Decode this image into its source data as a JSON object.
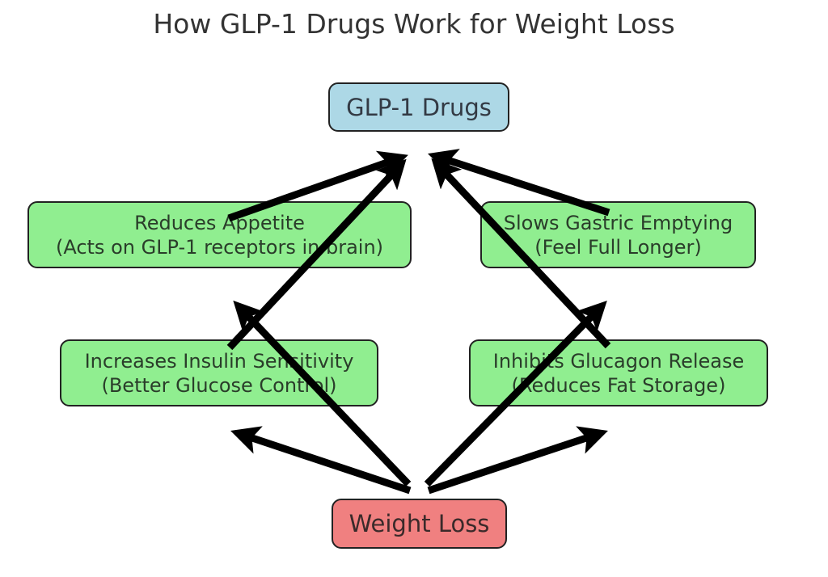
{
  "title": "How GLP-1 Drugs Work for Weight Loss",
  "colors": {
    "source_fill": "#add8e6",
    "mechanism_fill": "#90ee90",
    "outcome_fill": "#f08080",
    "arrow": "#000000",
    "border": "#222222"
  },
  "nodes": {
    "source": {
      "label": "GLP-1 Drugs"
    },
    "mechanisms": [
      {
        "line1": "Reduces Appetite",
        "line2": "(Acts on GLP-1 receptors in brain)"
      },
      {
        "line1": "Slows Gastric Emptying",
        "line2": "(Feel Full Longer)"
      },
      {
        "line1": "Increases Insulin Sensitivity",
        "line2": "(Better Glucose Control)"
      },
      {
        "line1": "Inhibits Glucagon Release",
        "line2": "(Reduces Fat Storage)"
      }
    ],
    "outcome": {
      "label": "Weight Loss"
    }
  },
  "edges": [
    {
      "from": "Reduces Appetite",
      "to": "GLP-1 Drugs"
    },
    {
      "from": "Increases Insulin Sensitivity",
      "to": "GLP-1 Drugs"
    },
    {
      "from": "Slows Gastric Emptying",
      "to": "GLP-1 Drugs"
    },
    {
      "from": "Inhibits Glucagon Release",
      "to": "GLP-1 Drugs"
    },
    {
      "from": "Weight Loss",
      "to": "Increases Insulin Sensitivity"
    },
    {
      "from": "Weight Loss",
      "to": "Reduces Appetite"
    },
    {
      "from": "Weight Loss",
      "to": "Slows Gastric Emptying"
    },
    {
      "from": "Weight Loss",
      "to": "Inhibits Glucagon Release"
    }
  ]
}
